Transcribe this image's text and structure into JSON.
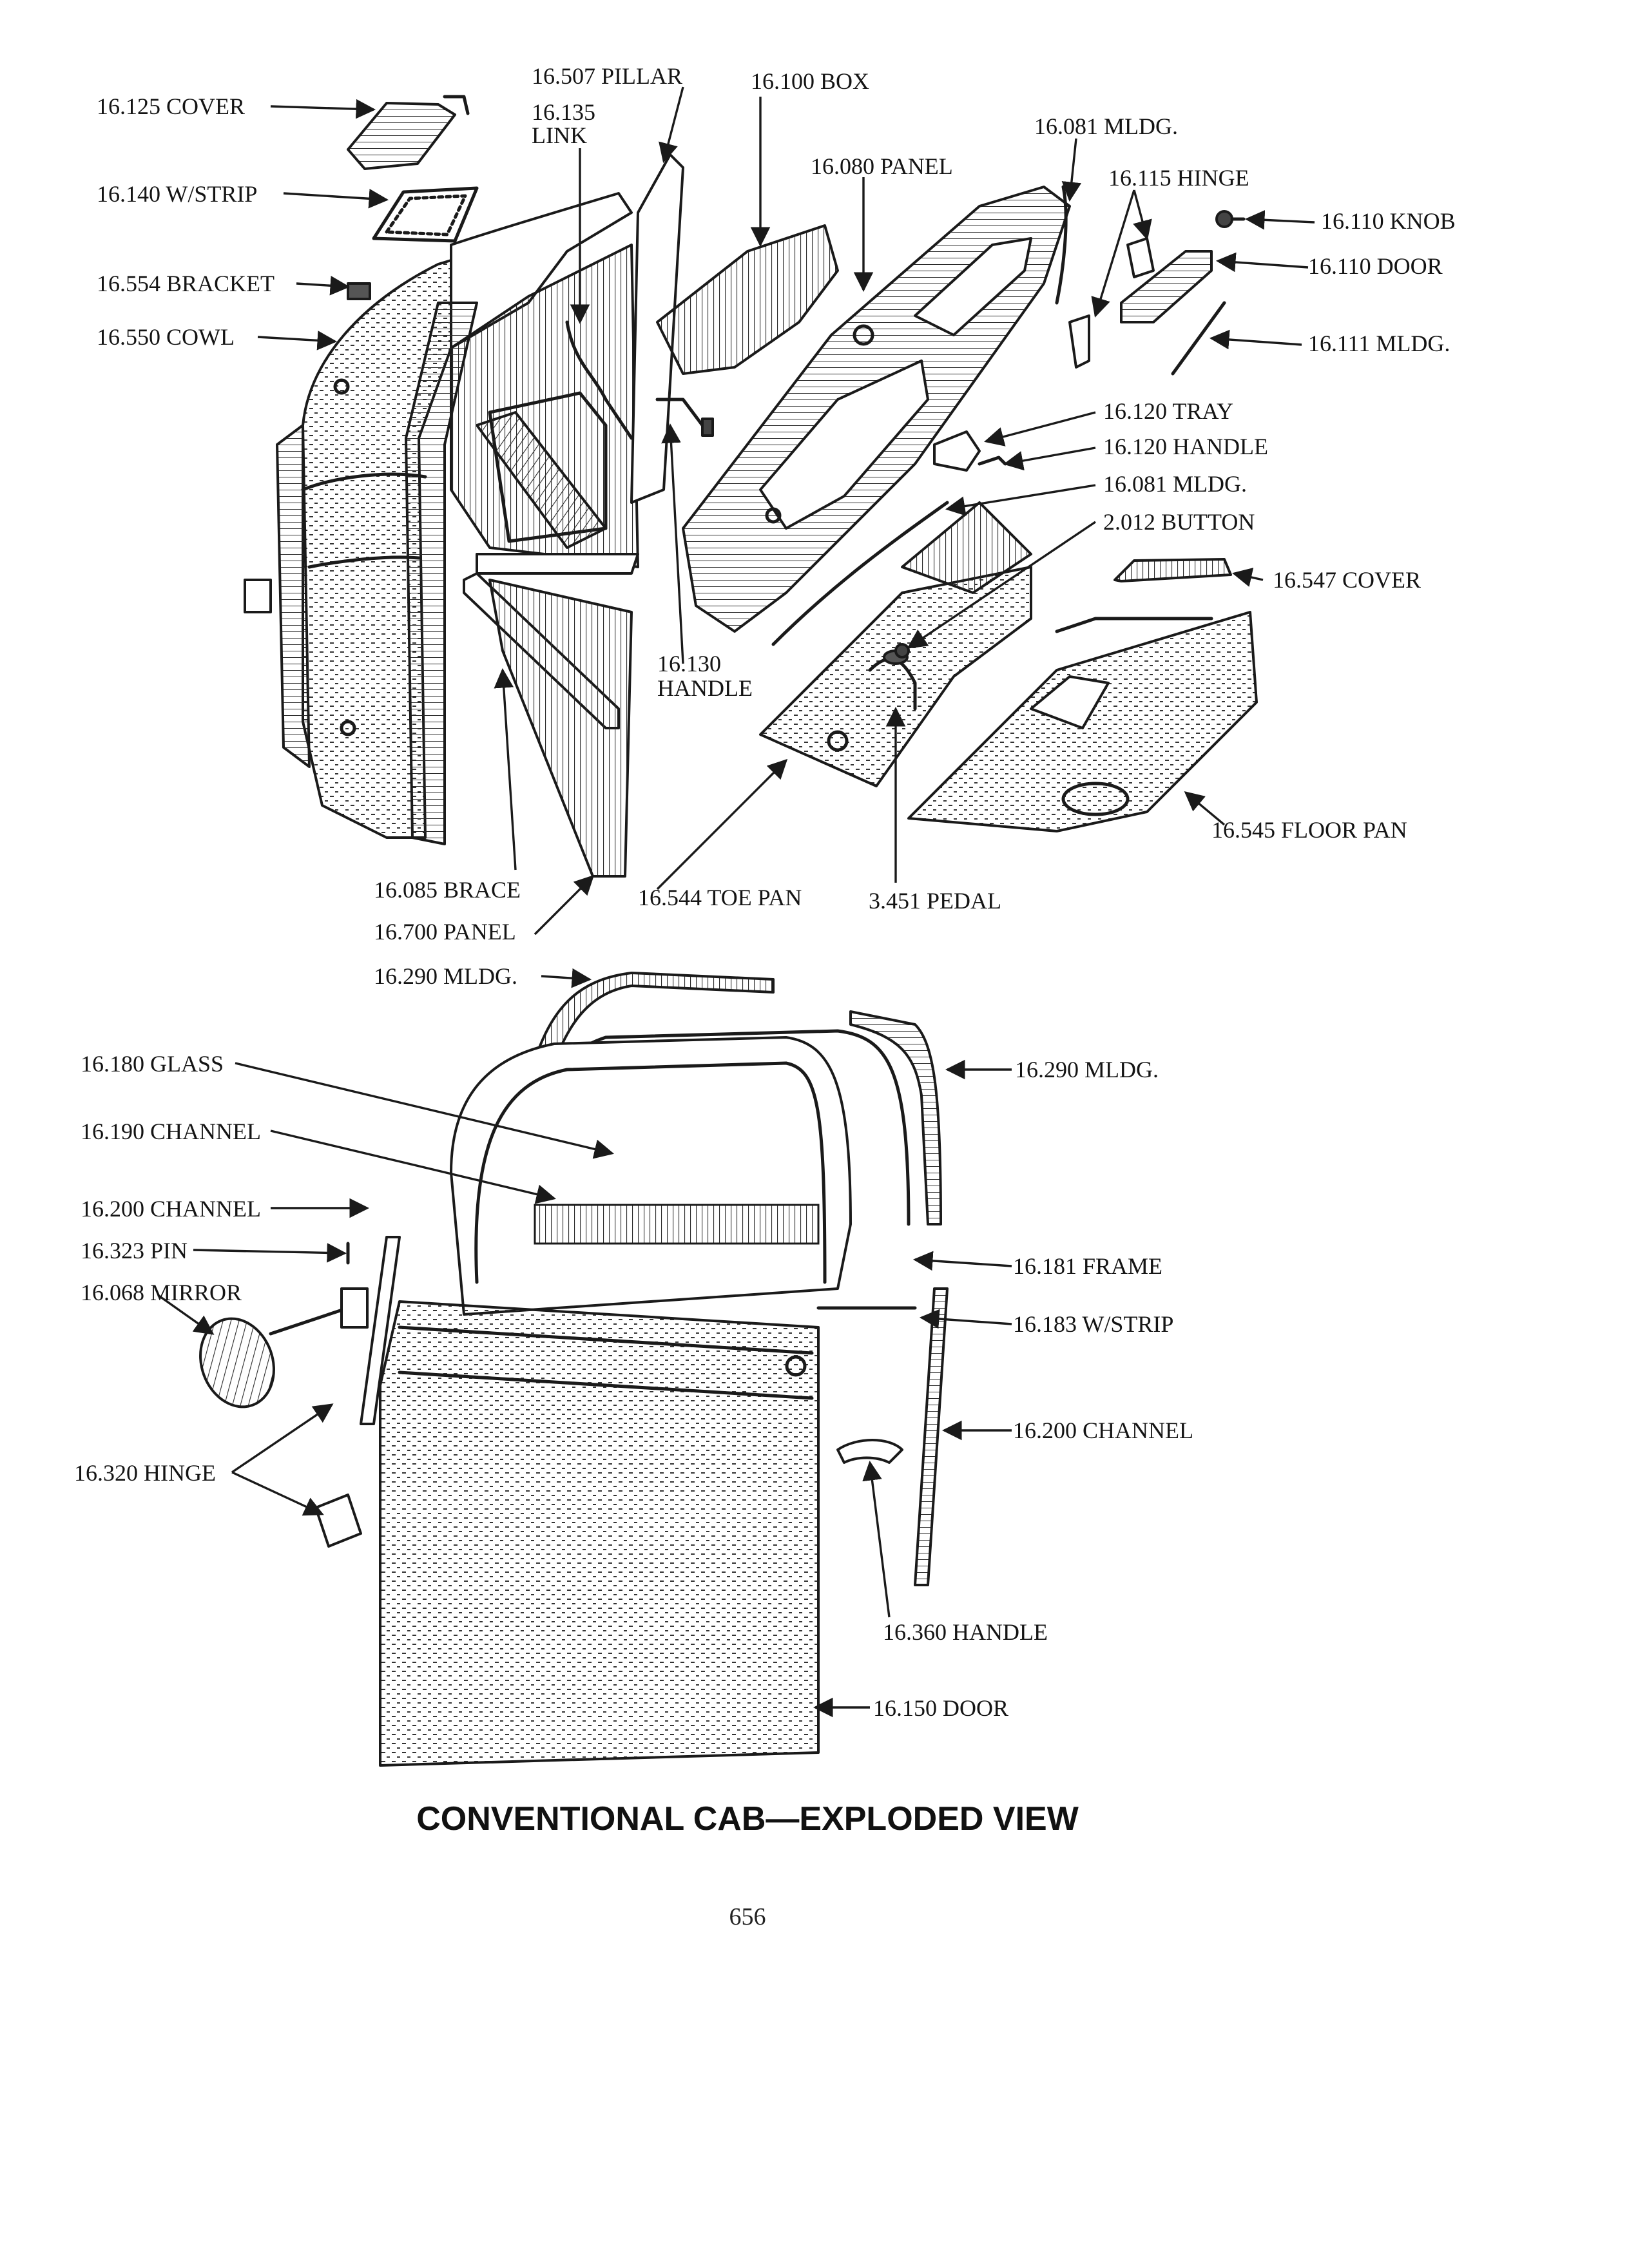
{
  "title": "CONVENTIONAL CAB—EXPLODED VIEW",
  "page_number": "656",
  "labels": {
    "cover_16125": "16.125 COVER",
    "wstrip_16140": "16.140 W/STRIP",
    "bracket_16554": "16.554 BRACKET",
    "cowl_16550": "16.550 COWL",
    "pillar_16507": "16.507 PILLAR",
    "link_16135_num": "16.135",
    "link_16135_name": "LINK",
    "box_16100": "16.100 BOX",
    "panel_16080": "16.080 PANEL",
    "mldg_16081_top": "16.081 MLDG.",
    "hinge_16115": "16.115 HINGE",
    "knob_16110": "16.110 KNOB",
    "door_16110": "16.110 DOOR",
    "mldg_16111": "16.111 MLDG.",
    "tray_16120": "16.120 TRAY",
    "handle_16120": "16.120 HANDLE",
    "mldg_16081_mid": "16.081 MLDG.",
    "button_2012": "2.012 BUTTON",
    "cover_16547": "16.547 COVER",
    "handle_16130_num": "16.130",
    "handle_16130_name": "HANDLE",
    "floorpan_16545": "16.545 FLOOR PAN",
    "brace_16085": "16.085 BRACE",
    "panel_16700": "16.700 PANEL",
    "toepan_16544": "16.544 TOE PAN",
    "pedal_3451": "3.451 PEDAL",
    "mldg_16290_left": "16.290 MLDG.",
    "glass_16180": "16.180 GLASS",
    "mldg_16290_right": "16.290 MLDG.",
    "channel_16190": "16.190 CHANNEL",
    "channel_16200_left": "16.200 CHANNEL",
    "pin_16323": "16.323 PIN",
    "mirror_16068": "16.068 MIRROR",
    "frame_16181": "16.181 FRAME",
    "wstrip_16183": "16.183 W/STRIP",
    "channel_16200_right": "16.200 CHANNEL",
    "hinge_16320": "16.320 HINGE",
    "handle_16360": "16.360 HANDLE",
    "door_16150": "16.150 DOOR"
  }
}
